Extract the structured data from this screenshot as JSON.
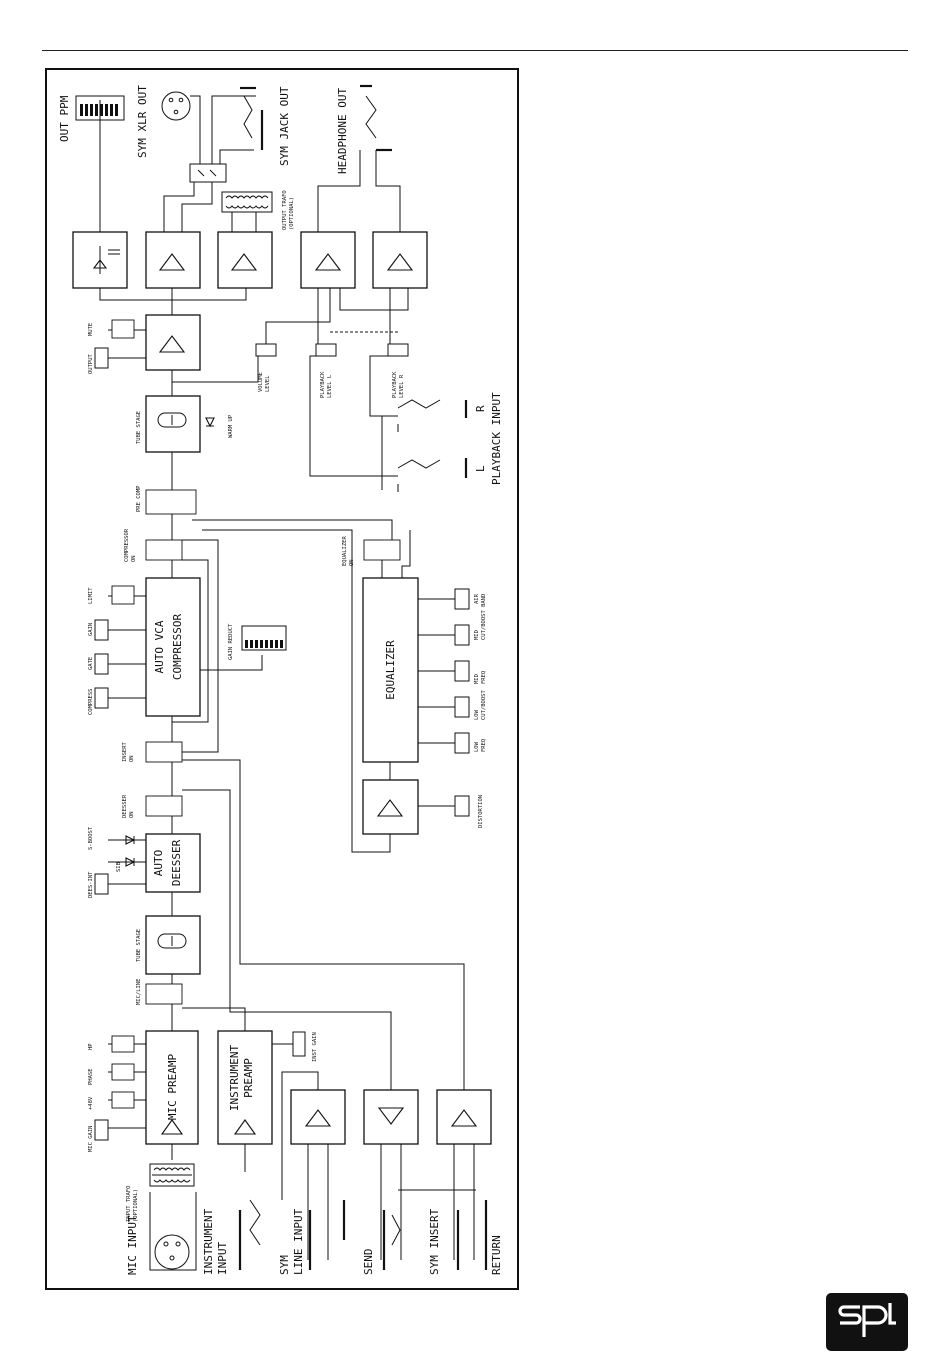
{
  "blocks": {
    "mic_preamp": "MIC PREAMP",
    "instrument_preamp": "INSTRUMENT\nPREAMP",
    "tube_stage": "TUBE STAGE",
    "auto_deesser": "AUTO\nDEESSER",
    "auto_vca_compressor": "AUTO VCA\nCOMPRESSOR",
    "equalizer": "EQUALIZER"
  },
  "io_labels": {
    "mic_input": "MIC INPUT",
    "instrument_input": "INSTRUMENT\nINPUT",
    "sym_line_input": "SYM\nLINE INPUT",
    "send": "SEND",
    "sym_insert": "SYM INSERT",
    "return": "RETURN",
    "playback_input": "PLAYBACK INPUT",
    "playback_l": "L",
    "playback_r": "R",
    "out_ppm": "OUT PPM",
    "sym_xlr_out": "SYM XLR OUT",
    "sym_jack_out": "SYM JACK OUT",
    "headphone_out": "HEADPHONE OUT"
  },
  "small_labels": {
    "input_trafo": "INPUT TRAFO\n(OPTIONAL)",
    "output_trafo": "OUTPUT TRAFO\n(OPTIONAL)",
    "mic_gain": "MIC GAIN",
    "phantom": "+48V",
    "phase": "PHASE",
    "hp": "HP",
    "mic_line": "MIC/LINE",
    "tube_stage": "TUBE STAGE",
    "dees_int": "DEES-INT",
    "s_boost": "S-BOOST",
    "sib": "SIB",
    "deesser_on": "DEESSER\nON",
    "insert_on": "INSERT\nON",
    "compress": "COMPRESS",
    "gate": "GATE",
    "gain": "GAIN",
    "limit": "LIMIT",
    "compressor_on": "COMPRESSOR\nON",
    "pre_comp": "PRE COMP",
    "gain_reduct": "GAIN REDUCT",
    "output": "OUTPUT",
    "mute": "MUTE",
    "volume_level": "VOLUME\nLEVEL",
    "playback_level_l": "PLAYBACK\nLEVEL L",
    "playback_level_r": "PLAYBACK\nLEVEL R",
    "warm_up": "WARM UP",
    "equalizer_on": "EQUALIZER\nON",
    "inst_gain": "INST GAIN",
    "distortion": "DISTORTION",
    "low_freq": "LOW\nFREQ",
    "low_cutboost": "LOW\nCUT/BOOST",
    "mid_freq": "MID\nFREQ",
    "mid_cutboost": "MID\nCUT/BOOST BAND",
    "air": "AIR"
  },
  "logo": {
    "text": "spl"
  },
  "colors": {
    "ink": "#111111",
    "background": "#ffffff",
    "logo_bg": "#111111",
    "logo_fg": "#ffffff"
  }
}
